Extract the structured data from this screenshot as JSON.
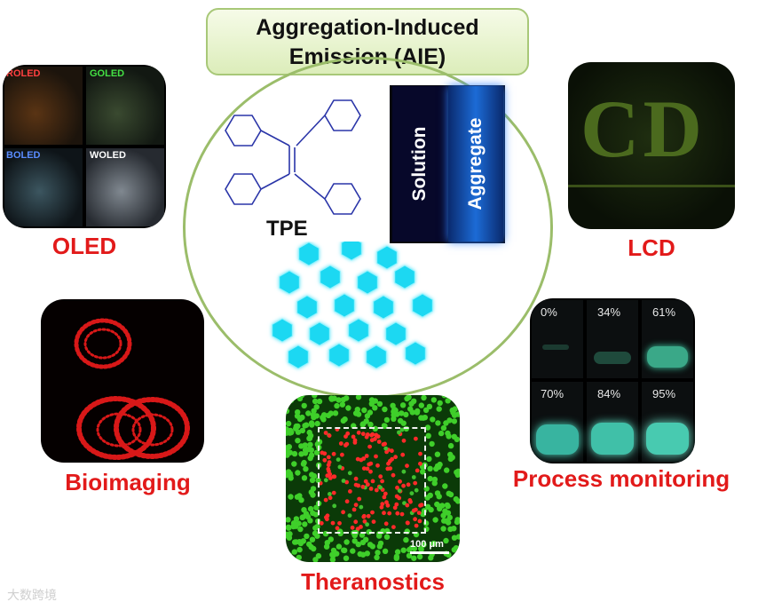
{
  "title": {
    "line1": "Aggregation-Induced",
    "line2": "Emission (AIE)"
  },
  "center": {
    "molecule_label": "TPE",
    "vial_solution": "Solution",
    "vial_aggregate": "Aggregate"
  },
  "applications": {
    "oled": {
      "label": "OLED",
      "cells": [
        "ROLED",
        "GOLED",
        "BOLED",
        "WOLED"
      ],
      "cell_colors": [
        "#ff4040",
        "#44e044",
        "#5a8cff",
        "#ffffff"
      ]
    },
    "lcd": {
      "label": "LCD",
      "text": "CD"
    },
    "bioimaging": {
      "label": "Bioimaging"
    },
    "process": {
      "label": "Process monitoring",
      "percentages": [
        "0%",
        "34%",
        "61%",
        "70%",
        "84%",
        "95%"
      ]
    },
    "theranostics": {
      "label": "Theranostics",
      "scale_bar": "100 μm"
    }
  },
  "watermark": "大数跨境",
  "colors": {
    "accent_red": "#e21a1a",
    "circle_green": "#9bbd6a",
    "aie_cyan": "#1fd8f2"
  }
}
